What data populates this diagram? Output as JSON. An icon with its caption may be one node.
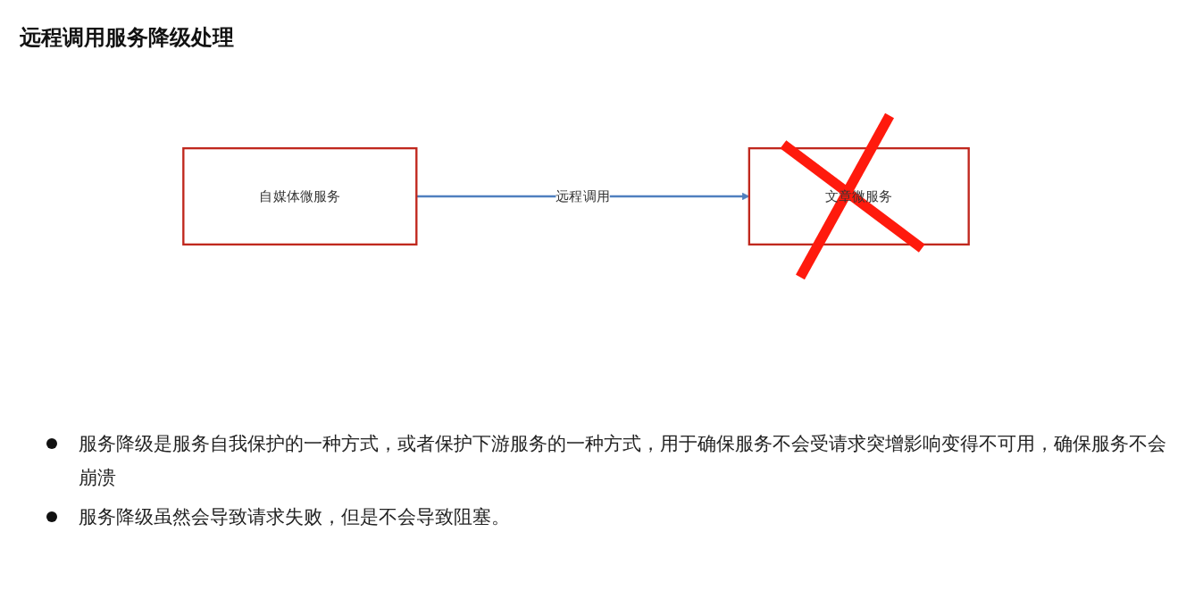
{
  "diagram": {
    "title": "远程调用服务降级处理",
    "nodes": [
      {
        "text": [
          "自媒体微服务"
        ]
      },
      {
        "text": [
          "文章微服务"
        ]
      }
    ],
    "edges": [
      {
        "from": 0,
        "to": 1,
        "arrow": "to",
        "label": "远程调用"
      }
    ],
    "labels": [
      "服务降级是服务自我保护的一种方式，或者保护下游服务的一种方式，用于确保服务不会受请求突增影响变得不可用，确保服务不会崩溃",
      "服务降级虽然会导致请求失败，但是不会导致阻塞。"
    ]
  }
}
